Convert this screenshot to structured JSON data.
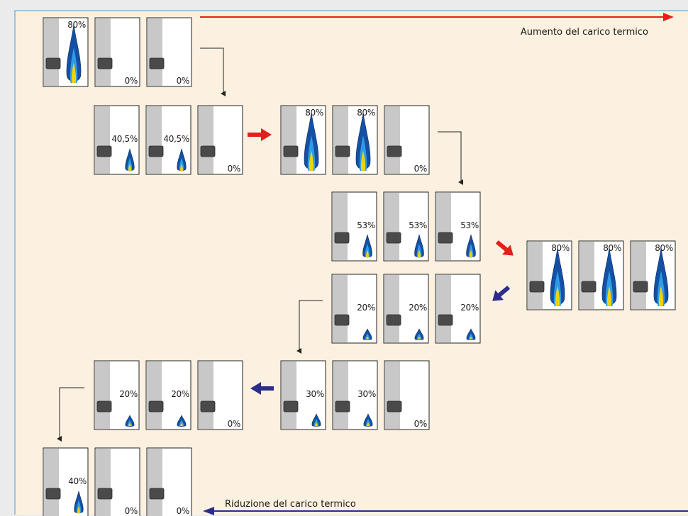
{
  "labels": {
    "increase": "Aumento del carico termico",
    "decrease": "Riduzione del carico termico"
  },
  "colors": {
    "background": "#fcf1e0",
    "border": "#9fc3da",
    "increase_arrow": "#e3201b",
    "decrease_arrow": "#2b2c8c",
    "flame_outer": "#1450a3",
    "flame_mid": "#2f9be6",
    "flame_core": "#f2d200"
  },
  "groups": [
    {
      "step": 1,
      "units": [
        "80%",
        "0%",
        "0%"
      ]
    },
    {
      "step": 2,
      "units": [
        "40,5%",
        "40,5%",
        "0%"
      ]
    },
    {
      "step": 3,
      "units": [
        "80%",
        "80%",
        "0%"
      ]
    },
    {
      "step": 4,
      "units": [
        "53%",
        "53%",
        "53%"
      ]
    },
    {
      "step": 5,
      "units": [
        "80%",
        "80%",
        "80%"
      ]
    },
    {
      "step": 6,
      "units": [
        "20%",
        "20%",
        "20%"
      ]
    },
    {
      "step": 7,
      "units": [
        "30%",
        "30%",
        "0%"
      ]
    },
    {
      "step": 8,
      "units": [
        "20%",
        "20%",
        "0%"
      ]
    },
    {
      "step": 9,
      "units": [
        "40%",
        "0%",
        "0%"
      ]
    }
  ],
  "transitions": [
    {
      "from": 1,
      "to": 2,
      "kind": "step"
    },
    {
      "from": 2,
      "to": 3,
      "kind": "increase"
    },
    {
      "from": 3,
      "to": 4,
      "kind": "step"
    },
    {
      "from": 4,
      "to": 5,
      "kind": "increase"
    },
    {
      "from": 5,
      "to": 6,
      "kind": "decrease"
    },
    {
      "from": 6,
      "to": 7,
      "kind": "step"
    },
    {
      "from": 7,
      "to": 8,
      "kind": "decrease"
    },
    {
      "from": 8,
      "to": 9,
      "kind": "step"
    }
  ]
}
